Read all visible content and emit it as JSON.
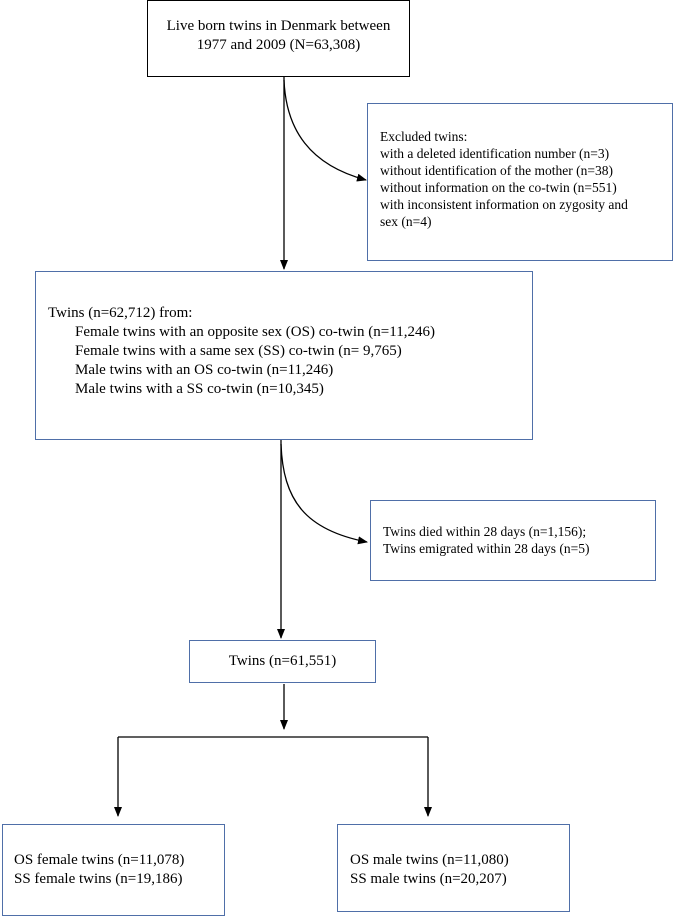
{
  "boxes": {
    "source": {
      "line1": "Live born twins in Denmark between",
      "line2": "1977 and 2009 (N=63,308)"
    },
    "excluded": {
      "title": "Excluded twins:",
      "items": [
        "with a deleted identification number (n=3)",
        "without identification of the mother (n=38)",
        "without information on the co-twin (n=551)",
        "with inconsistent information on zygosity and",
        "sex (n=4)"
      ]
    },
    "cohort": {
      "title": "Twins (n=62,712) from:",
      "items": [
        "Female twins with an opposite sex (OS) co-twin (n=11,246)",
        "Female twins with a same sex (SS) co-twin (n= 9,765)",
        "Male twins with an OS co-twin (n=11,246)",
        "Male twins with a SS co-twin (n=10,345)"
      ]
    },
    "died": {
      "line1": "Twins died within 28 days (n=1,156);",
      "line2": "Twins emigrated within 28 days (n=5)"
    },
    "final": {
      "label": "Twins (n=61,551)"
    },
    "female": {
      "line1": "OS female twins (n=11,078)",
      "line2": "SS female twins (n=19,186)"
    },
    "male": {
      "line1": "OS male twins (n=11,080)",
      "line2": "SS male twins (n=20,207)"
    }
  },
  "colors": {
    "box_border_primary": "#000000",
    "box_border_secondary": "#4f6fa8",
    "arrow": "#000000"
  }
}
